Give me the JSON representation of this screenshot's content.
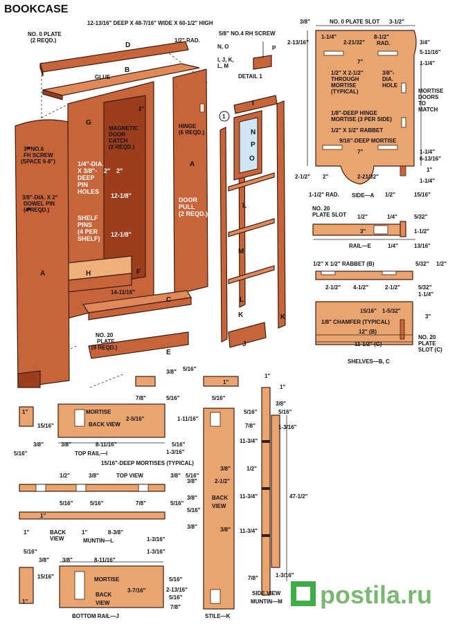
{
  "title": "BOOKCASE",
  "overall_dims": "12-13/16\" DEEP X 48-7/16\" WIDE X 60-1/2\" HIGH",
  "watermark": "postila.ru",
  "main": {
    "rad_half": "1/2\" RAD.",
    "glue": "GLUE",
    "no0_plate": [
      "NO. 0 PLATE",
      "(2 REQD.)"
    ],
    "screw_label": "5/8\" NO.4 RH SCREW",
    "detail_parts": [
      "N, O",
      "I, J, K,",
      "L, M",
      "P"
    ],
    "detail1": "DETAIL 1",
    "magnetic": [
      "MAGNETIC",
      "DOOR",
      "CATCH",
      "(2 REQD.)"
    ],
    "hinge": [
      "HINGE",
      "(6 REQD.)"
    ],
    "fh_screw": [
      "1\" NO.6",
      "FH SCREW",
      "(SPACE 6-8\")"
    ],
    "dowel": [
      "3/8\"-DIA. X 2\"",
      "DOWEL PIN",
      "(4 REQD.)"
    ],
    "pin_holes": [
      "1/4\"-DIA.",
      "X 3/8\"-",
      "DEEP",
      "PIN",
      "HOLES"
    ],
    "shelf_pins": [
      "SHELF",
      "PINS",
      "(4 PER",
      "SHELF)"
    ],
    "door_pull": [
      "DOOR",
      "PULL",
      "(2 REQD.)"
    ],
    "no20_plate": [
      "NO. 20",
      "PLATE",
      "(9 REQD.)"
    ],
    "d2a": "2\"",
    "d2b": "2\"",
    "d2c": "2\"",
    "d12a": "12-1/8\"",
    "d12b": "12-1/8\"",
    "d14": "14-11/16\"",
    "callout": "1",
    "parts": {
      "A": "A",
      "A2": "A",
      "B": "B",
      "C": "C",
      "D": "D",
      "E": "E",
      "F": "F",
      "G": "G",
      "H": "H",
      "I": "I",
      "J": "J",
      "K": "K",
      "K2": "K",
      "L": "L",
      "L2": "L",
      "M": "M",
      "N": "N",
      "O": "O",
      "P": "P"
    }
  },
  "side_a": {
    "plate_slot": "NO. 0 PLATE SLOT",
    "d1": "3/8\"",
    "d2": "3-1/2\"",
    "d3": "2-13/16\"",
    "d4": "1-1/4\"",
    "d5": "2-21/32\"",
    "d6": "8-1/2\"",
    "rad": "RAD.",
    "d7": "3/4\"",
    "d8": "5-11/16\"",
    "d9": "7\"",
    "d10": "1-1/4\"",
    "through": [
      "1/2\" X 2-1/2\"",
      "THROUGH",
      "MORTISE",
      "(TYPICAL)"
    ],
    "hole": [
      "3/8\"-",
      "DIA.",
      "HOLE"
    ],
    "doors": [
      "MORTISE",
      "DOORS",
      "TO",
      "MATCH"
    ],
    "hinge_mortise": [
      "1/8\"-DEEP HINGE",
      "MORTISE (3 PER SIDE)"
    ],
    "rabbet": "1/2\" X 1/2\" RABBET",
    "deep_mortise": "9/16\"-DEEP MORTISE",
    "d11": "7\"",
    "d12": "1-1/4\"",
    "d13": "6-13/16\"",
    "d14": "1\"",
    "d15": "2-1/2\"",
    "d16": "2\"",
    "d17": "2-21/32\"",
    "d18": "1-1/4\"",
    "d19": "1-1/2\" RAD.",
    "d20": "1/2\"",
    "d21": "15/16\"",
    "name": "SIDE—A"
  },
  "rail_e": {
    "slot": [
      "NO. 20",
      "PLATE SLOT"
    ],
    "d1": "1/2\"",
    "d2": "1/4\"",
    "d3": "5/32\"",
    "d4": "3\"",
    "d5": "1-1/2\"",
    "d6": "1/4\"",
    "d7": "13/16\"",
    "name": "RAIL—E"
  },
  "shelves": {
    "rabbet": "1/2\" X 1/2\" RABBET (B)",
    "d1": "5/32\"",
    "d2": "1/2\"",
    "d3": "2-1/2\"",
    "d4": "4-1/2\"",
    "d5": "2-1/2\"",
    "d6": "5/32\"",
    "d7": "1-1/4\"",
    "d8": "15/16\"",
    "d9": "1-5/32\"",
    "d10": "3\"",
    "chamfer": "1/8\" CHAMFER (TYPICAL)",
    "d11": "12\" (B)",
    "d12": "11-1/2\" (C)",
    "slot": [
      "NO. 20",
      "PLATE",
      "SLOT (C)"
    ],
    "name": "SHELVES—B, C"
  },
  "top_rail": {
    "d1": "5/16\"",
    "d2": "3/8\"",
    "d3": "1\"",
    "d4": "7/8\"",
    "d5": "5/16\"",
    "d6": "5/16\"",
    "mortise": "MORTISE",
    "back_view": "BACK VIEW",
    "d7": "1\"",
    "d8": "15/16\"",
    "d9": "2-5/16\"",
    "d10": "1-11/16\"",
    "d11": "3/8\"",
    "d12": "3/8\"",
    "d13": "8-11/16\"",
    "d14": "5/16\"",
    "d15": "5/16\"",
    "name": "TOP RAIL—I",
    "d16": "1-3/16\""
  },
  "muntin_l": {
    "typical": "15/16\"-DEEP MORTISES (TYPICAL)",
    "top_view": "TOP VIEW",
    "d1": "1/2\"",
    "d2": "3/8\"",
    "d3": "5/16\"",
    "d4": "3/8\"",
    "d5": "5/16\"",
    "d6": "5/16\"",
    "d7": "7/8\"",
    "d8": "1\"",
    "back": [
      "BACK",
      "VIEW"
    ],
    "d9": "1\"",
    "d10": "1\"",
    "d11": "8-3/8\"",
    "d12": "1-3/16\"",
    "name": "MUNTIN—L"
  },
  "bottom_rail": {
    "d1": "5/16\"",
    "d2": "3/8\"",
    "d3": "3/8\"",
    "d4": "8-11/16\"",
    "d5": "1-3/16\"",
    "mortise": "MORTISE",
    "back_view": [
      "BACK",
      "VIEW"
    ],
    "d6": "15/16\"",
    "d7": "3-7/16\"",
    "d8": "5/16\"",
    "d9": "5/16\"",
    "d10": "1\"",
    "d11": "2-13/16\"",
    "d12": "7/8\"",
    "name": "BOTTOM RAIL—J"
  },
  "stile": {
    "d1": "5/16\"",
    "d2": "3/8\"",
    "d3": "2-1/2\"",
    "d4": "3/8\"",
    "d5": "5/16\"",
    "back": [
      "BACK",
      "VIEW"
    ],
    "d6": "3/8\"",
    "d7": "3/8\"",
    "d8": "3/8\"",
    "name": "STILE—K"
  },
  "muntin_m": {
    "d1": "1\"",
    "d2": "1\"",
    "d3": "3/8\"",
    "d4": "5/16\"",
    "d5": "5/16\"",
    "d6": "7/8\"",
    "d7": "1-3/16\"",
    "d8": "11-3/4\"",
    "d9": "1/2\"",
    "d10": "11-3/4\"",
    "d11": "47-1/2\"",
    "d12": "11-3/4\"",
    "d13": "7/8\"",
    "d14": "1-3/16\"",
    "side_view": "SIDE VIEW",
    "name": "MUNTIN—M"
  }
}
